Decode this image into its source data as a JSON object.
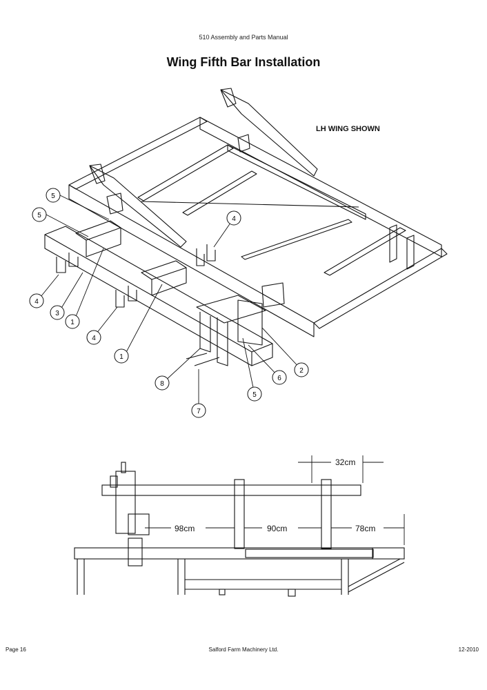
{
  "header": {
    "manual_title": "510 Assembly and Parts Manual"
  },
  "title": "Wing Fifth Bar Installation",
  "iso_view": {
    "note": "LH WING SHOWN",
    "callouts": [
      "5",
      "5",
      "4",
      "4",
      "3",
      "1",
      "4",
      "1",
      "8",
      "7",
      "5",
      "6",
      "2"
    ]
  },
  "side_view": {
    "dimensions": [
      "32cm",
      "98cm",
      "90cm",
      "78cm"
    ]
  },
  "footer": {
    "page": "Page 16",
    "company": "Salford Farm Machinery Ltd.",
    "date": "12-2010"
  },
  "colors": {
    "ink": "#111111",
    "paper": "#ffffff"
  }
}
